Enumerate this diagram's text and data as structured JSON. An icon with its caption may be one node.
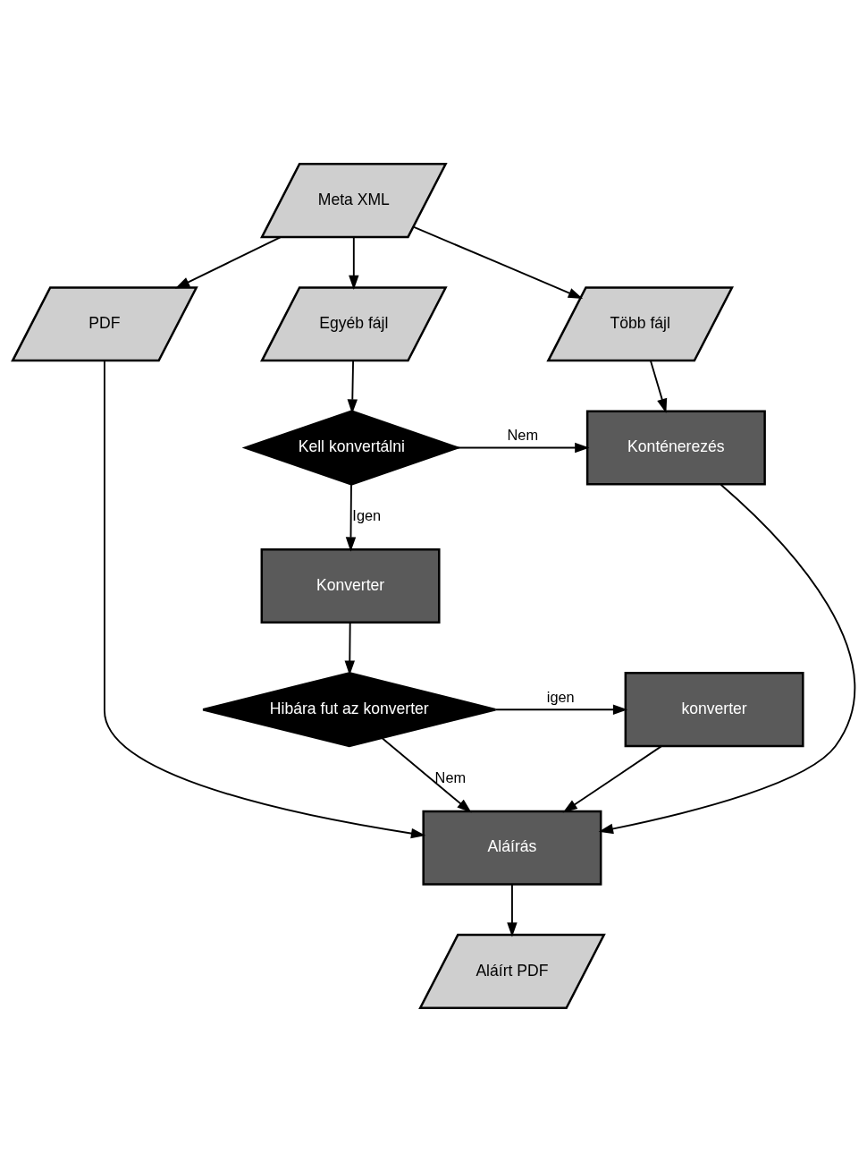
{
  "diagram": {
    "nodes": [
      {
        "text": [
          "Meta XML"
        ]
      },
      {
        "text": [
          "PDF"
        ]
      },
      {
        "text": [
          "Egyéb fájl"
        ]
      },
      {
        "text": [
          "Több fájl"
        ]
      },
      {
        "text": [
          "Kell konvertálni"
        ]
      },
      {
        "text": [
          "Konténerezés"
        ]
      },
      {
        "text": [
          "Konverter"
        ]
      },
      {
        "text": [
          "Hibára fut az konverter"
        ]
      },
      {
        "text": [
          "konverter"
        ]
      },
      {
        "text": [
          "Aláírás"
        ]
      },
      {
        "text": [
          "Aláírt PDF"
        ]
      }
    ],
    "edges": [
      {
        "from": 0,
        "to": 1,
        "arrow": "to"
      },
      {
        "from": 0,
        "to": 2,
        "arrow": "to"
      },
      {
        "from": 0,
        "to": 3,
        "arrow": "to"
      },
      {
        "from": 2,
        "to": 4,
        "arrow": "to"
      },
      {
        "from": 3,
        "to": 5,
        "arrow": "to"
      },
      {
        "from": 4,
        "to": 5,
        "arrow": "to",
        "label": "Nem"
      },
      {
        "from": 4,
        "to": 6,
        "arrow": "to",
        "label": "Igen"
      },
      {
        "from": 6,
        "to": 7,
        "arrow": "to"
      },
      {
        "from": 7,
        "to": 8,
        "arrow": "to",
        "label": "igen"
      },
      {
        "from": 7,
        "to": 9,
        "arrow": "to",
        "label": "Nem"
      },
      {
        "from": 1,
        "to": 9,
        "arrow": "to"
      },
      {
        "from": 8,
        "to": 9,
        "arrow": "to"
      },
      {
        "from": 5,
        "to": 9,
        "arrow": "to"
      },
      {
        "from": 9,
        "to": 10,
        "arrow": "to"
      }
    ]
  }
}
